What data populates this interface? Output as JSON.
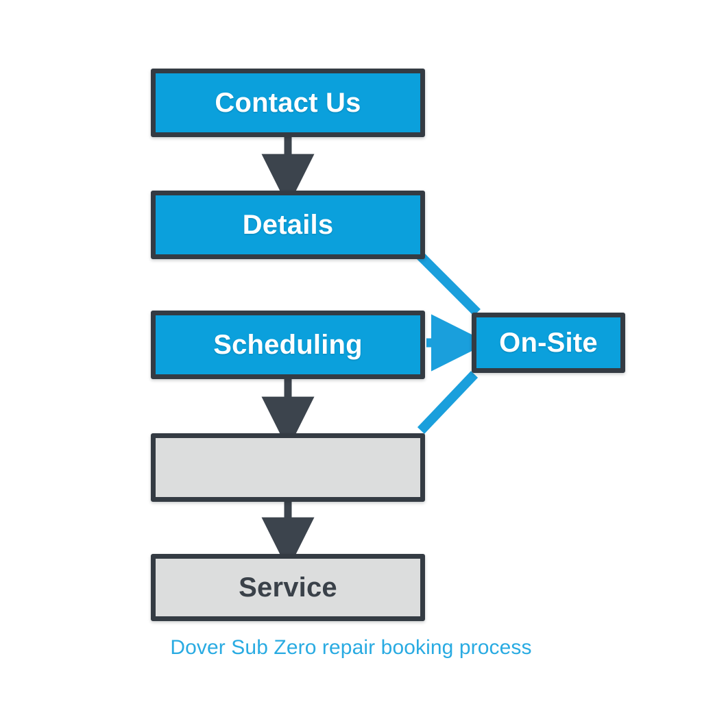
{
  "diagram": {
    "title": "Dover Sub Zero repair booking process",
    "caption": "Dover Sub Zero repair booking process",
    "type": "flowchart",
    "colors": {
      "primary_fill": "#0ba0dc",
      "muted_fill": "#dcdddd",
      "border": "#343b43",
      "primary_text": "#ffffff",
      "muted_text": "#3a4149",
      "caption_text": "#29abe2",
      "background": "#ffffff",
      "arrow_dark": "#3c444d",
      "arrow_blue": "#1a9fdc"
    },
    "nodes": [
      {
        "id": "contact",
        "label": "Contact Us",
        "style": "primary",
        "column": "main"
      },
      {
        "id": "details",
        "label": "Details",
        "style": "primary",
        "column": "main"
      },
      {
        "id": "scheduling",
        "label": "Scheduling",
        "style": "primary",
        "column": "main"
      },
      {
        "id": "blank",
        "label": "",
        "style": "muted",
        "column": "main"
      },
      {
        "id": "service",
        "label": "Service",
        "style": "muted",
        "column": "main"
      },
      {
        "id": "onsite",
        "label": "On-Site",
        "style": "primary",
        "column": "branch"
      }
    ],
    "edges": [
      {
        "from": "contact",
        "to": "details",
        "style": "dark-arrow",
        "orientation": "vertical"
      },
      {
        "from": "details",
        "to": "onsite",
        "style": "blue-line",
        "orientation": "diagonal"
      },
      {
        "from": "scheduling",
        "to": "onsite",
        "style": "blue-arrow",
        "orientation": "horizontal"
      },
      {
        "from": "scheduling",
        "to": "blank",
        "style": "dark-arrow",
        "orientation": "vertical"
      },
      {
        "from": "onsite",
        "to": "blank",
        "style": "blue-line",
        "orientation": "diagonal"
      },
      {
        "from": "blank",
        "to": "service",
        "style": "dark-arrow",
        "orientation": "vertical"
      }
    ]
  }
}
